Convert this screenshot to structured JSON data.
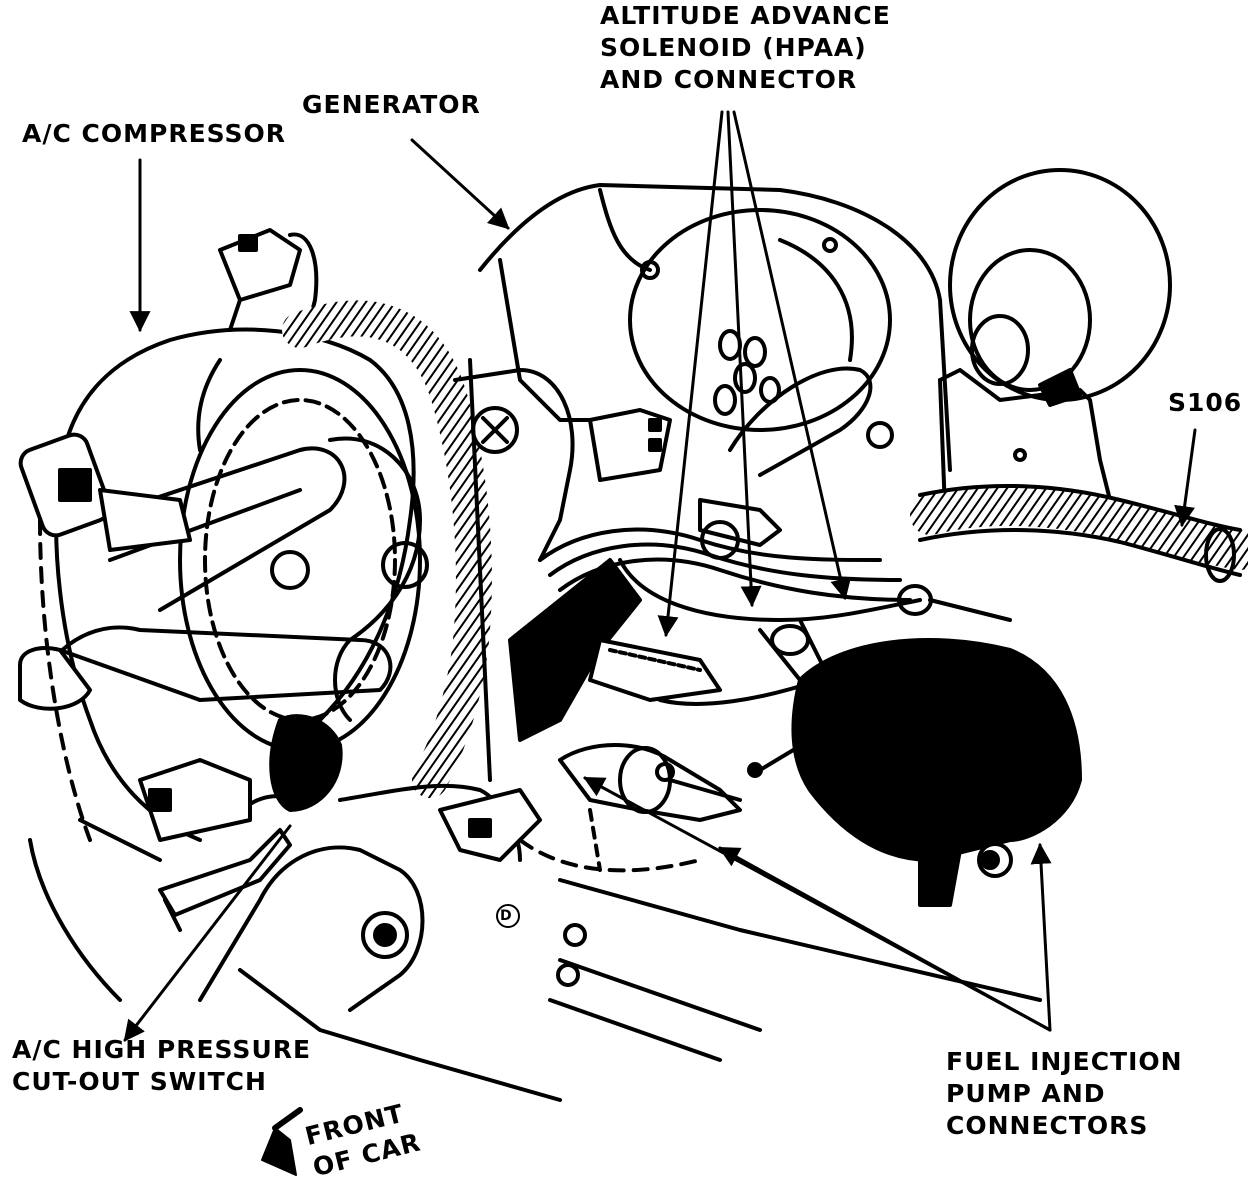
{
  "labels": {
    "altitude": [
      "ALTITUDE ADVANCE",
      "SOLENOID (HPAA)",
      "AND CONNECTOR"
    ],
    "generator": "GENERATOR",
    "ac_compressor": "A/C COMPRESSOR",
    "s106": "S106",
    "ac_switch": [
      "A/C HIGH PRESSURE",
      "CUT-OUT SWITCH"
    ],
    "fuel_pump": [
      "FUEL INJECTION",
      "PUMP AND",
      "CONNECTORS"
    ],
    "front": [
      "FRONT",
      "OF CAR"
    ],
    "mark": "D"
  },
  "colors": {
    "ink": "#000000",
    "paper": "#ffffff"
  }
}
